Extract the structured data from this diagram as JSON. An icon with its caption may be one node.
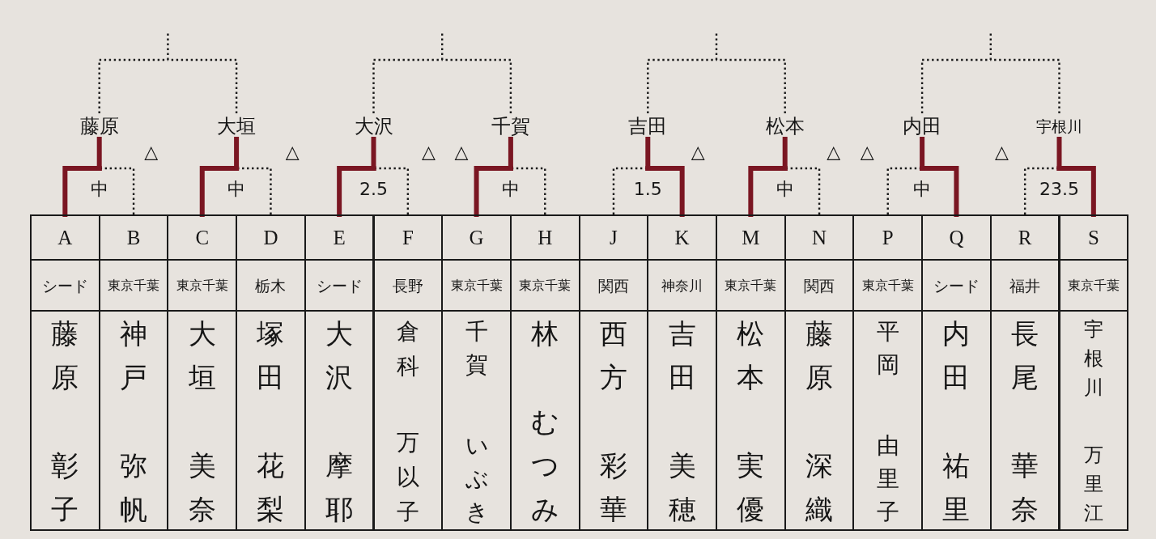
{
  "diagram": {
    "nodes": [
      {
        "text": [
          "藤原"
        ],
        "beside": [
          "△"
        ]
      },
      {
        "text": [
          "大垣"
        ],
        "beside": [
          "△"
        ]
      },
      {
        "text": [
          "大沢"
        ],
        "beside": [
          "△"
        ]
      },
      {
        "text": [
          "千賀"
        ],
        "beside": [
          "△"
        ]
      },
      {
        "text": [
          "吉田"
        ],
        "beside": [
          "△"
        ]
      },
      {
        "text": [
          "松本"
        ],
        "beside": [
          "△"
        ]
      },
      {
        "text": [
          "内田"
        ],
        "beside": [
          "△"
        ]
      },
      {
        "text": [
          "宇根川"
        ],
        "beside": [
          "△"
        ]
      },
      {
        "text": [
          "A",
          "シード",
          "藤原",
          "彰子"
        ]
      },
      {
        "text": [
          "B",
          "東京千葉",
          "神戸",
          "弥帆"
        ]
      },
      {
        "text": [
          "C",
          "東京千葉",
          "大垣",
          "美奈"
        ]
      },
      {
        "text": [
          "D",
          "栃木",
          "塚田",
          "花梨"
        ]
      },
      {
        "text": [
          "E",
          "シード",
          "大沢",
          "摩耶"
        ]
      },
      {
        "text": [
          "F",
          "長野",
          "倉科",
          "万以子"
        ]
      },
      {
        "text": [
          "G",
          "東京千葉",
          "千賀",
          "いぶき"
        ]
      },
      {
        "text": [
          "H",
          "東京千葉",
          "林",
          "むつみ"
        ]
      },
      {
        "text": [
          "J",
          "関西",
          "西方",
          "彩華"
        ]
      },
      {
        "text": [
          "K",
          "神奈川",
          "吉田",
          "美穂"
        ]
      },
      {
        "text": [
          "M",
          "東京千葉",
          "松本",
          "実優"
        ]
      },
      {
        "text": [
          "N",
          "関西",
          "藤原",
          "深織"
        ]
      },
      {
        "text": [
          "P",
          "東京千葉",
          "平岡",
          "由里子"
        ]
      },
      {
        "text": [
          "Q",
          "シード",
          "内田",
          "祐里"
        ]
      },
      {
        "text": [
          "R",
          "福井",
          "長尾",
          "華奈"
        ]
      },
      {
        "text": [
          "S",
          "東京千葉",
          "宇根川",
          "万里江"
        ]
      }
    ],
    "edges": [
      {
        "from": 8,
        "to": 0,
        "arrow": "none",
        "style": "thick",
        "color": "#7a1622"
      },
      {
        "from": 9,
        "to": 0,
        "arrow": "none",
        "style": "dashed"
      },
      {
        "from": 10,
        "to": 1,
        "arrow": "none",
        "style": "thick",
        "color": "#7a1622"
      },
      {
        "from": 11,
        "to": 1,
        "arrow": "none",
        "style": "dashed"
      },
      {
        "from": 12,
        "to": 2,
        "arrow": "none",
        "style": "thick",
        "color": "#7a1622"
      },
      {
        "from": 13,
        "to": 2,
        "arrow": "none",
        "style": "dashed"
      },
      {
        "from": 14,
        "to": 3,
        "arrow": "none",
        "style": "thick",
        "color": "#7a1622"
      },
      {
        "from": 15,
        "to": 3,
        "arrow": "none",
        "style": "dashed"
      },
      {
        "from": 16,
        "to": 4,
        "arrow": "none",
        "style": "dashed"
      },
      {
        "from": 17,
        "to": 4,
        "arrow": "none",
        "style": "thick",
        "color": "#7a1622"
      },
      {
        "from": 18,
        "to": 5,
        "arrow": "none",
        "style": "thick",
        "color": "#7a1622"
      },
      {
        "from": 19,
        "to": 5,
        "arrow": "none",
        "style": "dashed"
      },
      {
        "from": 20,
        "to": 6,
        "arrow": "none",
        "style": "dashed"
      },
      {
        "from": 21,
        "to": 6,
        "arrow": "none",
        "style": "thick",
        "color": "#7a1622"
      },
      {
        "from": 22,
        "to": 7,
        "arrow": "none",
        "style": "dashed"
      },
      {
        "from": 23,
        "to": 7,
        "arrow": "none",
        "style": "thick",
        "color": "#7a1622"
      },
      {
        "from": 0,
        "to": null,
        "arrow": "none",
        "style": "dashed"
      },
      {
        "from": 1,
        "to": null,
        "arrow": "none",
        "style": "dashed"
      },
      {
        "from": 2,
        "to": null,
        "arrow": "none",
        "style": "dashed"
      },
      {
        "from": 3,
        "to": null,
        "arrow": "none",
        "style": "dashed"
      },
      {
        "from": 4,
        "to": null,
        "arrow": "none",
        "style": "dashed"
      },
      {
        "from": 5,
        "to": null,
        "arrow": "none",
        "style": "dashed"
      },
      {
        "from": 6,
        "to": null,
        "arrow": "none",
        "style": "dashed"
      },
      {
        "from": 7,
        "to": null,
        "arrow": "none",
        "style": "dashed"
      }
    ],
    "labels": [
      "中",
      "中",
      "2.5",
      "中",
      "1.5",
      "中",
      "中",
      "23.5"
    ]
  }
}
